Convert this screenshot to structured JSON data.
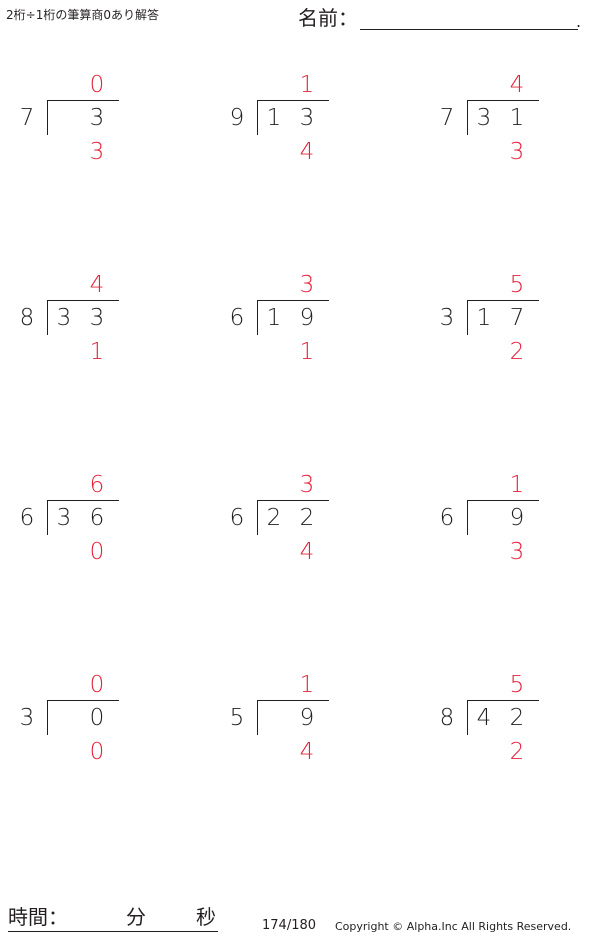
{
  "header": {
    "title": "2桁÷1桁の筆算商0あり解答",
    "name_label": "名前：",
    "name_end": "."
  },
  "problems": [
    {
      "divisor": "7",
      "dividend": [
        "",
        "3"
      ],
      "quotient": "0",
      "remainder": "3"
    },
    {
      "divisor": "9",
      "dividend": [
        "1",
        "3"
      ],
      "quotient": "1",
      "remainder": "4"
    },
    {
      "divisor": "7",
      "dividend": [
        "3",
        "1"
      ],
      "quotient": "4",
      "remainder": "3"
    },
    {
      "divisor": "8",
      "dividend": [
        "3",
        "3"
      ],
      "quotient": "4",
      "remainder": "1"
    },
    {
      "divisor": "6",
      "dividend": [
        "1",
        "9"
      ],
      "quotient": "3",
      "remainder": "1"
    },
    {
      "divisor": "3",
      "dividend": [
        "1",
        "7"
      ],
      "quotient": "5",
      "remainder": "2"
    },
    {
      "divisor": "6",
      "dividend": [
        "3",
        "6"
      ],
      "quotient": "6",
      "remainder": "0"
    },
    {
      "divisor": "6",
      "dividend": [
        "2",
        "2"
      ],
      "quotient": "3",
      "remainder": "4"
    },
    {
      "divisor": "6",
      "dividend": [
        "",
        "9"
      ],
      "quotient": "1",
      "remainder": "3"
    },
    {
      "divisor": "3",
      "dividend": [
        "",
        "0"
      ],
      "quotient": "0",
      "remainder": "0"
    },
    {
      "divisor": "5",
      "dividend": [
        "",
        "9"
      ],
      "quotient": "1",
      "remainder": "4"
    },
    {
      "divisor": "8",
      "dividend": [
        "4",
        "2"
      ],
      "quotient": "5",
      "remainder": "2"
    }
  ],
  "footer": {
    "time_label": "時間：",
    "minutes_label": "分",
    "seconds_label": "秒",
    "page": "174/180",
    "copyright": "Copyright © Alpha.Inc All Rights Reserved."
  },
  "colors": {
    "text": "#231f20",
    "answer": "#e5213a"
  }
}
